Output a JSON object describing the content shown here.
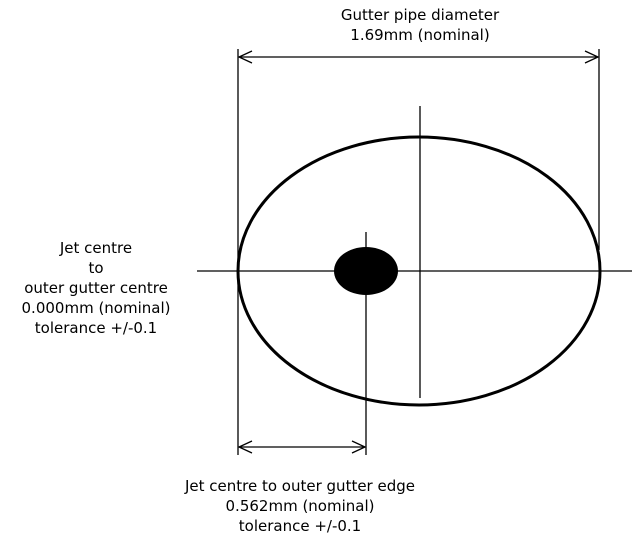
{
  "diameter_label": {
    "line1": "Gutter pipe diameter",
    "line2": "1.69mm (nominal)"
  },
  "centre_label": {
    "line1": "Jet centre",
    "line2": "to",
    "line3": "outer gutter centre",
    "line4": "0.000mm (nominal)",
    "line5": "tolerance +/-0.1"
  },
  "edge_label": {
    "line1": "Jet centre to outer gutter edge",
    "line2": "0.562mm (nominal)",
    "line3": "tolerance +/-0.1"
  }
}
